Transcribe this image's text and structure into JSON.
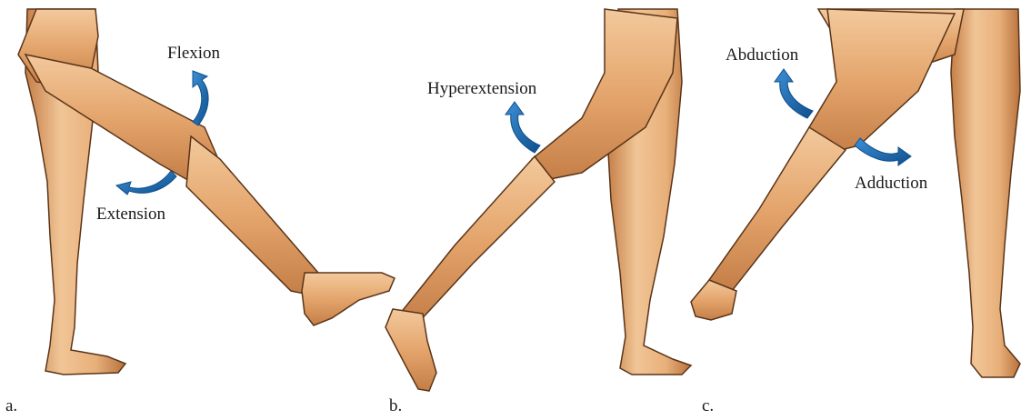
{
  "panels": [
    {
      "letter": "a.",
      "labels": {
        "flexion": "Flexion",
        "extension": "Extension"
      }
    },
    {
      "letter": "b.",
      "labels": {
        "hyperextension": "Hyperextension"
      }
    },
    {
      "letter": "c.",
      "labels": {
        "abduction": "Abduction",
        "adduction": "Adduction"
      }
    }
  ],
  "colors": {
    "skin_light": "#f1c596",
    "skin_mid": "#e2a56d",
    "skin_dark": "#c47e47",
    "outline": "#5a3418",
    "arrow": "#1f6fb8",
    "arrow_dark": "#0f4f8c"
  }
}
